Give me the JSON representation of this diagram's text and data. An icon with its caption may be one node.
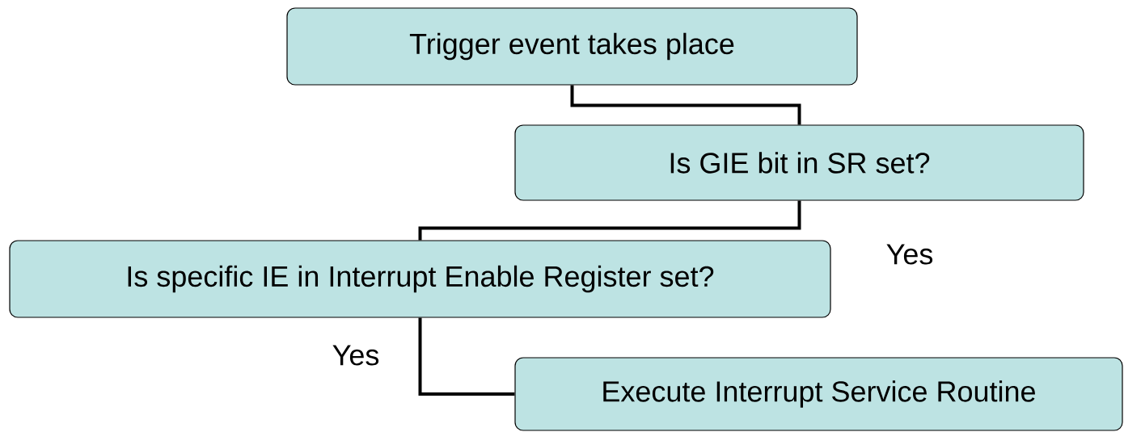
{
  "diagram": {
    "nodes": [
      {
        "text": [
          "Trigger event takes place"
        ]
      },
      {
        "text": [
          "Is GIE bit in SR set?"
        ]
      },
      {
        "text": [
          "Is specific IE in Interrupt Enable Register set?"
        ]
      },
      {
        "text": [
          "Execute Interrupt Service Routine"
        ]
      }
    ],
    "edges": [
      {
        "from": 0,
        "to": 1,
        "arrow": "none"
      },
      {
        "from": 1,
        "to": 2,
        "arrow": "none",
        "label": "Yes"
      },
      {
        "from": 2,
        "to": 3,
        "arrow": "none",
        "label": "Yes"
      }
    ]
  }
}
